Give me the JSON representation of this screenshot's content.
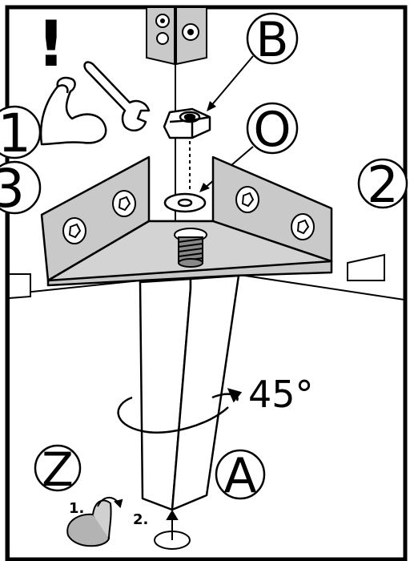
{
  "warning_mark": "!",
  "callouts": {
    "bolt": "B",
    "washer": "O",
    "leg": "A",
    "glide": "Z",
    "corner_one": "1",
    "corner_two": "2",
    "corner_three": "3"
  },
  "rotation": {
    "angle_text": "45°"
  },
  "steps": {
    "first": "1.",
    "second": "2."
  },
  "colors": {
    "ink": "#000000",
    "bracket_fill": "#c9c9c9",
    "glide_fill": "#b3b3b3",
    "paper": "#ffffff"
  },
  "icons": [
    "flexed-arm-icon",
    "wrench-icon",
    "hex-nut-icon",
    "washer-icon",
    "threaded-insert-icon",
    "rotate-arrow-icon",
    "peel-arrow-icon",
    "up-arrow-icon"
  ]
}
